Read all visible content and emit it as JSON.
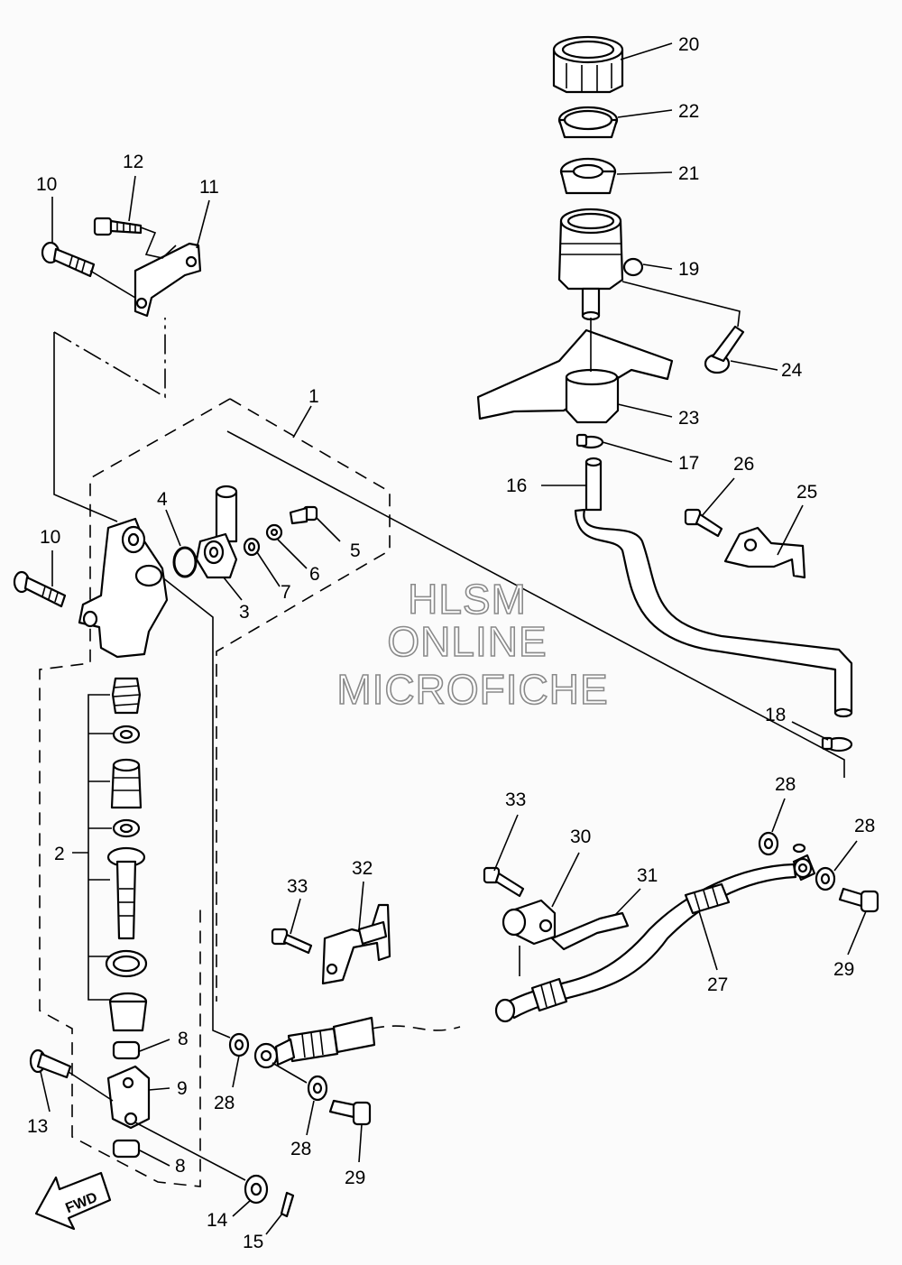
{
  "watermark": {
    "line1": "HLSM",
    "line2": "ONLINE",
    "line3": "MICROFICHE"
  },
  "fwd_label": "FWD",
  "callouts": [
    {
      "id": "c1",
      "label": "1"
    },
    {
      "id": "c2",
      "label": "2"
    },
    {
      "id": "c3",
      "label": "3"
    },
    {
      "id": "c4",
      "label": "4"
    },
    {
      "id": "c5",
      "label": "5"
    },
    {
      "id": "c6",
      "label": "6"
    },
    {
      "id": "c7",
      "label": "7"
    },
    {
      "id": "c8a",
      "label": "8"
    },
    {
      "id": "c8b",
      "label": "8"
    },
    {
      "id": "c9",
      "label": "9"
    },
    {
      "id": "c10a",
      "label": "10"
    },
    {
      "id": "c10b",
      "label": "10"
    },
    {
      "id": "c11",
      "label": "11"
    },
    {
      "id": "c12",
      "label": "12"
    },
    {
      "id": "c13",
      "label": "13"
    },
    {
      "id": "c14",
      "label": "14"
    },
    {
      "id": "c15",
      "label": "15"
    },
    {
      "id": "c16",
      "label": "16"
    },
    {
      "id": "c17",
      "label": "17"
    },
    {
      "id": "c18",
      "label": "18"
    },
    {
      "id": "c19",
      "label": "19"
    },
    {
      "id": "c20",
      "label": "20"
    },
    {
      "id": "c21",
      "label": "21"
    },
    {
      "id": "c22",
      "label": "22"
    },
    {
      "id": "c23",
      "label": "23"
    },
    {
      "id": "c24",
      "label": "24"
    },
    {
      "id": "c25",
      "label": "25"
    },
    {
      "id": "c26",
      "label": "26"
    },
    {
      "id": "c27",
      "label": "27"
    },
    {
      "id": "c28a",
      "label": "28"
    },
    {
      "id": "c28b",
      "label": "28"
    },
    {
      "id": "c28c",
      "label": "28"
    },
    {
      "id": "c28d",
      "label": "28"
    },
    {
      "id": "c29a",
      "label": "29"
    },
    {
      "id": "c29b",
      "label": "29"
    },
    {
      "id": "c30",
      "label": "30"
    },
    {
      "id": "c31",
      "label": "31"
    },
    {
      "id": "c32",
      "label": "32"
    },
    {
      "id": "c33a",
      "label": "33"
    },
    {
      "id": "c33b",
      "label": "33"
    }
  ]
}
